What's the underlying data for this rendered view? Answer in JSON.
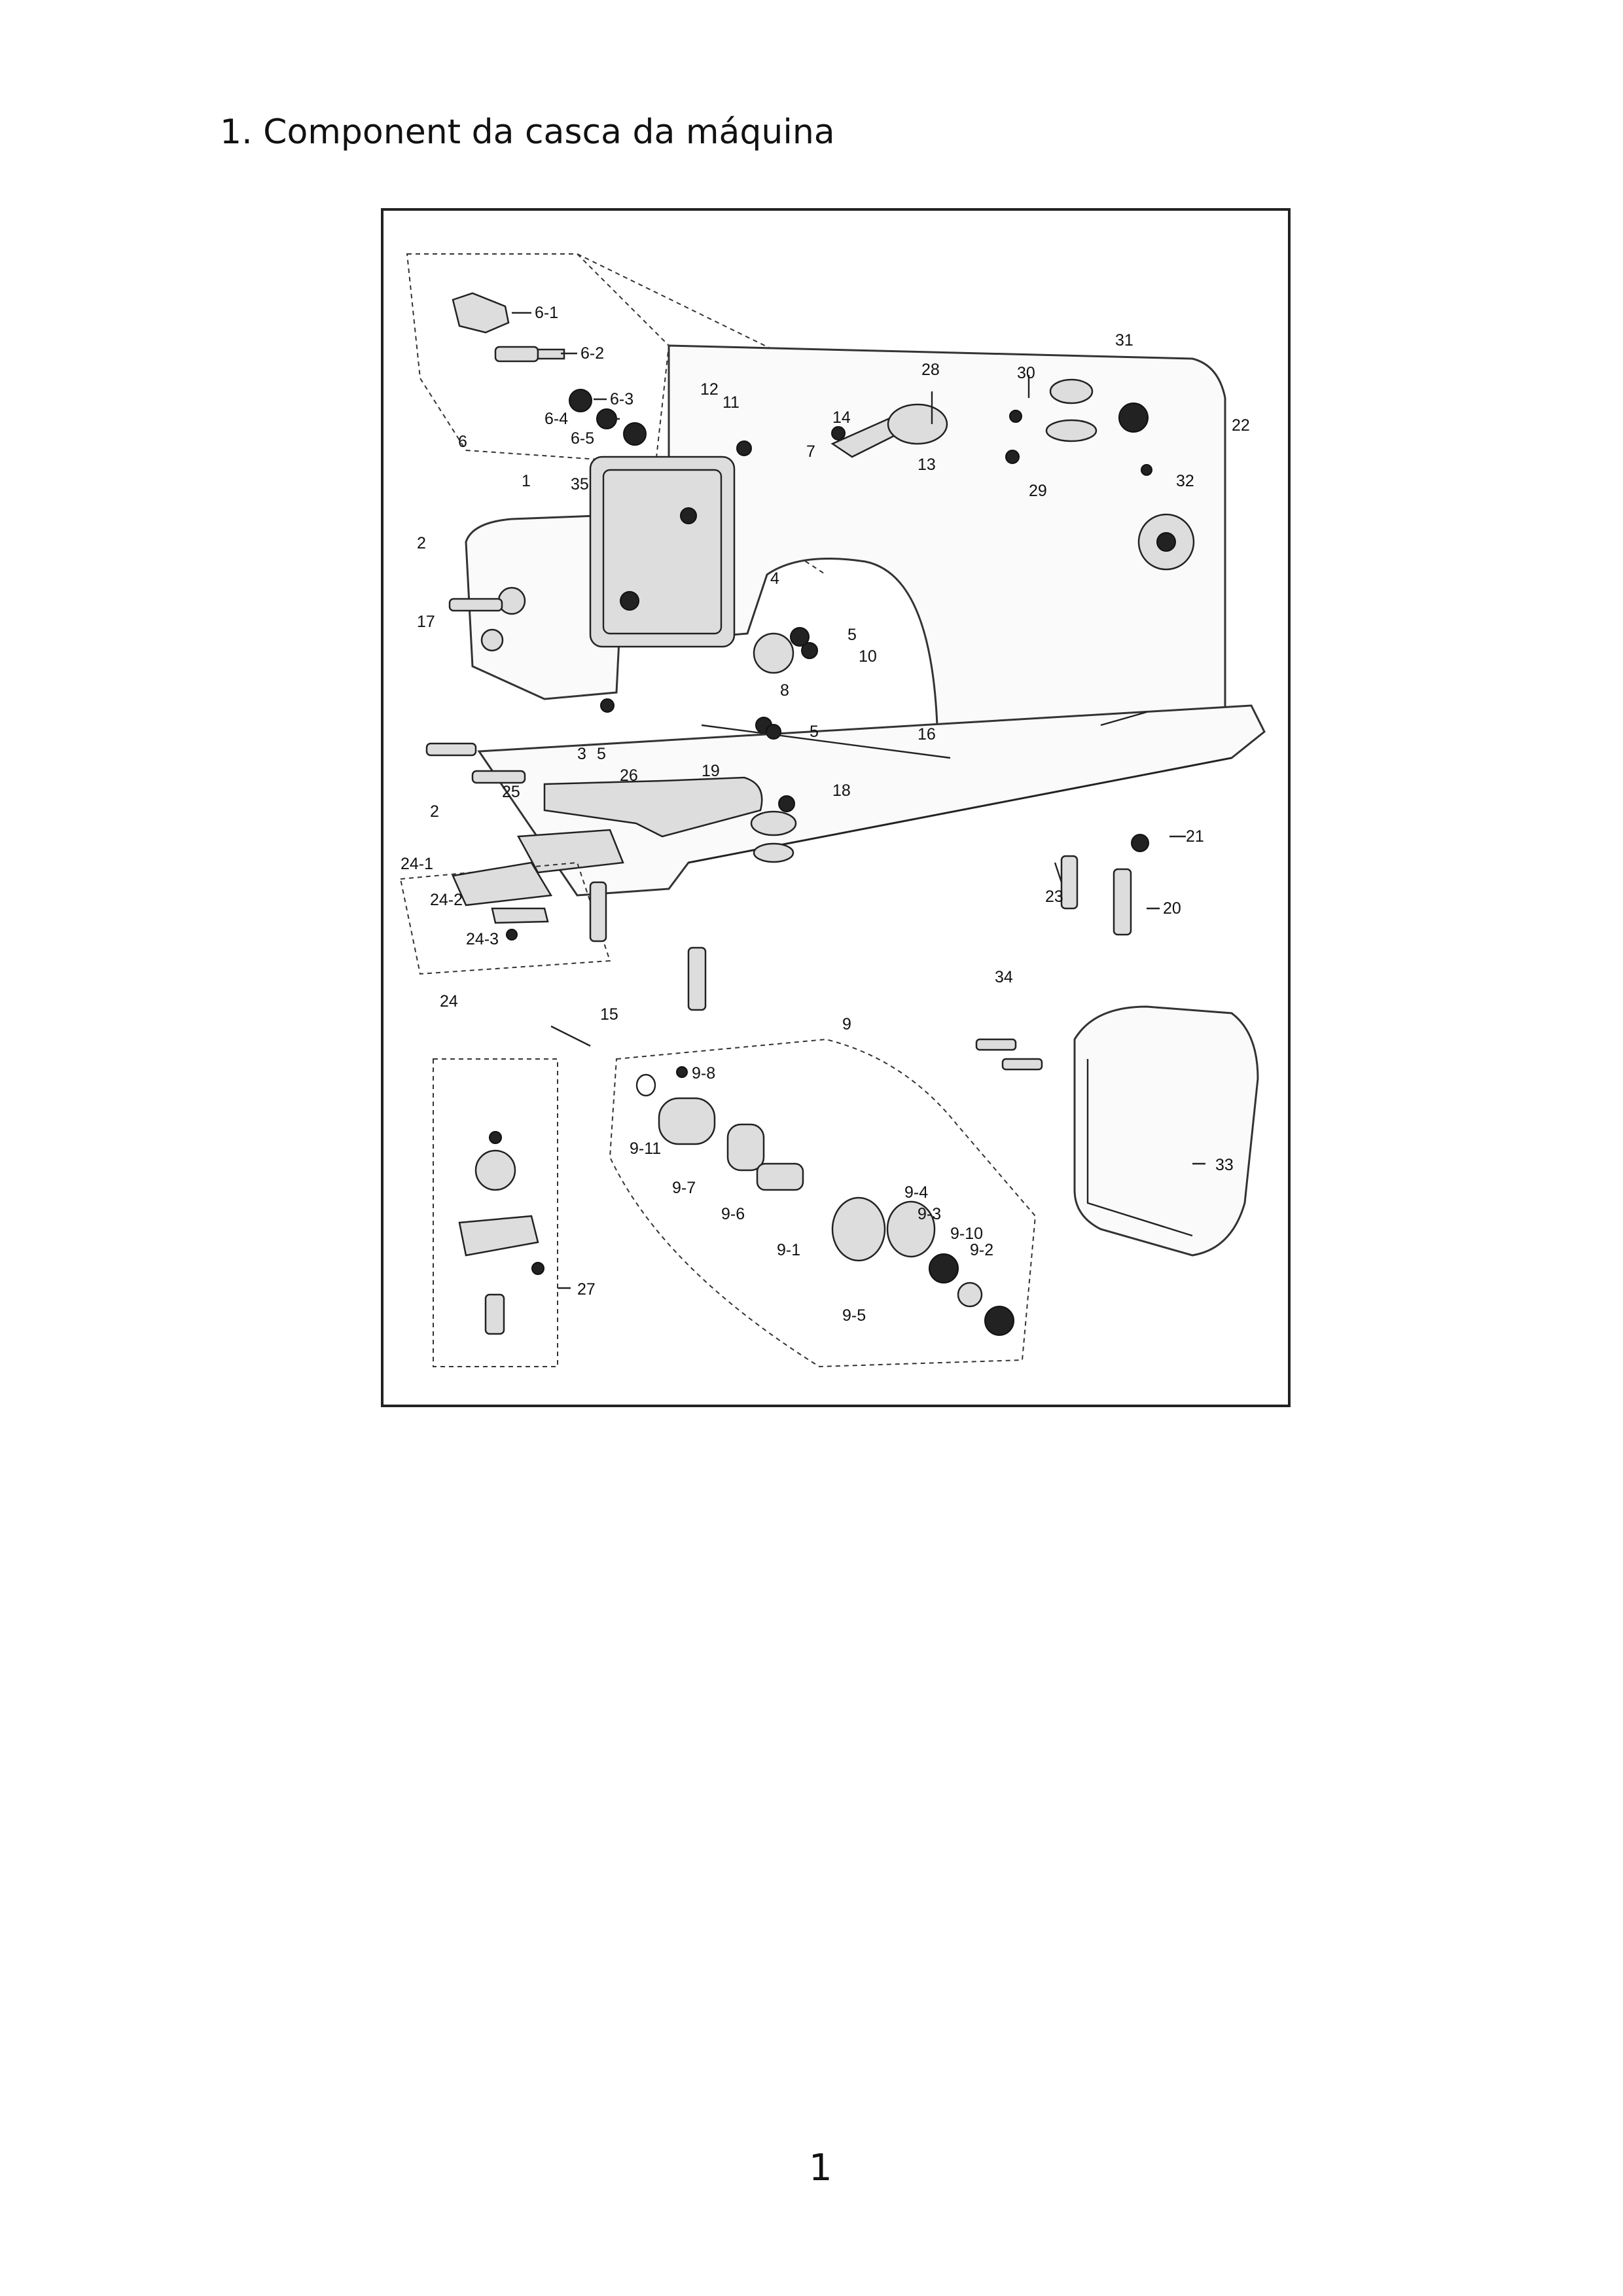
{
  "document": {
    "title": "1. Component da casca da máquina",
    "page_number": "1"
  },
  "diagram": {
    "labels": {
      "l1": "1",
      "l2a": "2",
      "l2b": "2",
      "l3": "3",
      "l4": "4",
      "l5a": "5",
      "l5b": "5",
      "l5c": "5",
      "l6": "6",
      "l6_1": "6-1",
      "l6_2": "6-2",
      "l6_3": "6-3",
      "l6_4": "6-4",
      "l6_5": "6-5",
      "l7": "7",
      "l8": "8",
      "l9": "9",
      "l9_1": "9-1",
      "l9_2": "9-2",
      "l9_3": "9-3",
      "l9_4": "9-4",
      "l9_5": "9-5",
      "l9_6": "9-6",
      "l9_7": "9-7",
      "l9_8": "9-8",
      "l9_10": "9-10",
      "l9_11": "9-11",
      "l10": "10",
      "l11": "11",
      "l12": "12",
      "l13": "13",
      "l14": "14",
      "l15": "15",
      "l16": "16",
      "l17": "17",
      "l18": "18",
      "l19": "19",
      "l20": "20",
      "l21": "21",
      "l22": "22",
      "l23": "23",
      "l24": "24",
      "l24_1": "24-1",
      "l24_2": "24-2",
      "l24_3": "24-3",
      "l25": "25",
      "l26": "26",
      "l27": "27",
      "l28": "28",
      "l29": "29",
      "l30": "30",
      "l31": "31",
      "l32": "32",
      "l33": "33",
      "l34": "34",
      "l35": "35"
    }
  }
}
